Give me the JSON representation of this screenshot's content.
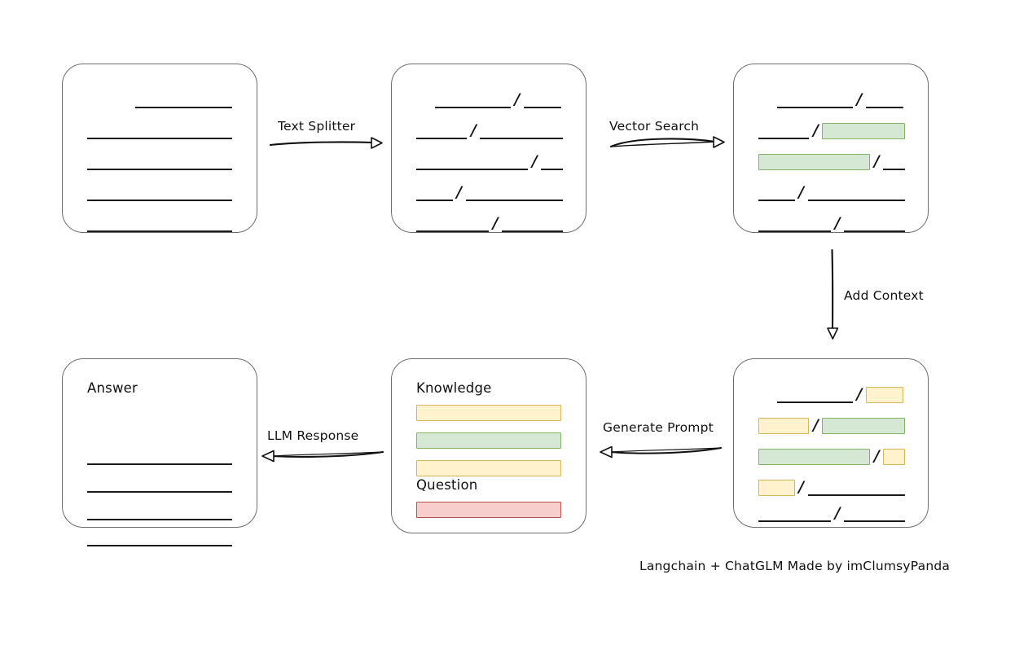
{
  "diagram": {
    "caption": "Langchain + ChatGLM Made by imClumsyPanda",
    "colors": {
      "green_fill": "#d5e8d4",
      "green_stroke": "#82b366",
      "yellow_fill": "#fff2cc",
      "yellow_stroke": "#d6b656",
      "red_fill": "#f8cecc",
      "red_stroke": "#b85450",
      "card_stroke": "#6e6e6e",
      "line_stroke": "#1a1a1a",
      "background": "#ffffff"
    },
    "arrows": [
      {
        "id": "text-splitter",
        "label": "Text Splitter",
        "direction": "right"
      },
      {
        "id": "vector-search",
        "label": "Vector Search",
        "direction": "right"
      },
      {
        "id": "add-context",
        "label": "Add Context",
        "direction": "down"
      },
      {
        "id": "generate-prompt",
        "label": "Generate Prompt",
        "direction": "left"
      },
      {
        "id": "llm-response",
        "label": "LLM Response",
        "direction": "left"
      }
    ],
    "cards": [
      {
        "id": "source-document",
        "title": "",
        "rows": [
          {
            "segments": [
              {
                "kind": "gap",
                "width": 33
              },
              {
                "kind": "line",
                "width": 67
              }
            ]
          },
          {
            "segments": [
              {
                "kind": "line",
                "width": 100
              }
            ]
          },
          {
            "segments": [
              {
                "kind": "line",
                "width": 100
              }
            ]
          },
          {
            "segments": [
              {
                "kind": "line",
                "width": 100
              }
            ]
          },
          {
            "segments": [
              {
                "kind": "line",
                "width": 100
              }
            ]
          }
        ]
      },
      {
        "id": "split-chunks",
        "title": "",
        "rows": [
          {
            "segments": [
              {
                "kind": "gap",
                "width": 13
              },
              {
                "kind": "line",
                "width": 52
              },
              {
                "kind": "slash"
              },
              {
                "kind": "line",
                "width": 26
              }
            ]
          },
          {
            "segments": [
              {
                "kind": "line",
                "width": 35
              },
              {
                "kind": "slash"
              },
              {
                "kind": "line",
                "width": 57
              }
            ]
          },
          {
            "segments": [
              {
                "kind": "line",
                "width": 77
              },
              {
                "kind": "slash"
              },
              {
                "kind": "line",
                "width": 15
              }
            ]
          },
          {
            "segments": [
              {
                "kind": "line",
                "width": 25
              },
              {
                "kind": "slash"
              },
              {
                "kind": "line",
                "width": 67
              }
            ]
          },
          {
            "segments": [
              {
                "kind": "line",
                "width": 50
              },
              {
                "kind": "slash"
              },
              {
                "kind": "line",
                "width": 42
              }
            ]
          }
        ]
      },
      {
        "id": "vector-matched-chunks",
        "title": "",
        "rows": [
          {
            "segments": [
              {
                "kind": "gap",
                "width": 13
              },
              {
                "kind": "line",
                "width": 52
              },
              {
                "kind": "slash"
              },
              {
                "kind": "line",
                "width": 26
              }
            ]
          },
          {
            "segments": [
              {
                "kind": "line",
                "width": 35
              },
              {
                "kind": "slash"
              },
              {
                "kind": "block",
                "color": "green",
                "width": 57
              }
            ]
          },
          {
            "segments": [
              {
                "kind": "block",
                "color": "green",
                "width": 77
              },
              {
                "kind": "slash"
              },
              {
                "kind": "line",
                "width": 15
              }
            ]
          },
          {
            "segments": [
              {
                "kind": "line",
                "width": 25
              },
              {
                "kind": "slash"
              },
              {
                "kind": "line",
                "width": 67
              }
            ]
          },
          {
            "segments": [
              {
                "kind": "line",
                "width": 50
              },
              {
                "kind": "slash"
              },
              {
                "kind": "line",
                "width": 42
              }
            ]
          }
        ]
      },
      {
        "id": "context-chunks",
        "title": "",
        "rows": [
          {
            "segments": [
              {
                "kind": "gap",
                "width": 13
              },
              {
                "kind": "line",
                "width": 52
              },
              {
                "kind": "slash"
              },
              {
                "kind": "block",
                "color": "yellow",
                "width": 26
              }
            ]
          },
          {
            "segments": [
              {
                "kind": "block",
                "color": "yellow",
                "width": 35
              },
              {
                "kind": "slash"
              },
              {
                "kind": "block",
                "color": "green",
                "width": 57
              }
            ]
          },
          {
            "segments": [
              {
                "kind": "block",
                "color": "green",
                "width": 77
              },
              {
                "kind": "slash"
              },
              {
                "kind": "block",
                "color": "yellow",
                "width": 15
              }
            ]
          },
          {
            "segments": [
              {
                "kind": "block",
                "color": "yellow",
                "width": 25
              },
              {
                "kind": "slash"
              },
              {
                "kind": "line",
                "width": 67
              }
            ]
          },
          {
            "segments": [
              {
                "kind": "line",
                "width": 50
              },
              {
                "kind": "slash"
              },
              {
                "kind": "line",
                "width": 42
              }
            ]
          }
        ]
      },
      {
        "id": "prompt",
        "title": "",
        "rows": []
      },
      {
        "id": "answer",
        "title": "Answer",
        "rows": [
          {
            "segments": [
              {
                "kind": "line",
                "width": 100
              }
            ]
          },
          {
            "segments": [
              {
                "kind": "line",
                "width": 100
              }
            ]
          },
          {
            "segments": [
              {
                "kind": "line",
                "width": 100
              }
            ]
          },
          {
            "segments": [
              {
                "kind": "line",
                "width": 100
              }
            ]
          }
        ]
      }
    ],
    "prompt_card": {
      "knowledge_label": "Knowledge",
      "question_label": "Question",
      "knowledge_bars": [
        {
          "color": "yellow",
          "width": 100
        },
        {
          "color": "green",
          "width": 100
        },
        {
          "color": "yellow",
          "width": 100
        }
      ],
      "question_bars": [
        {
          "color": "red",
          "width": 100
        }
      ]
    }
  }
}
